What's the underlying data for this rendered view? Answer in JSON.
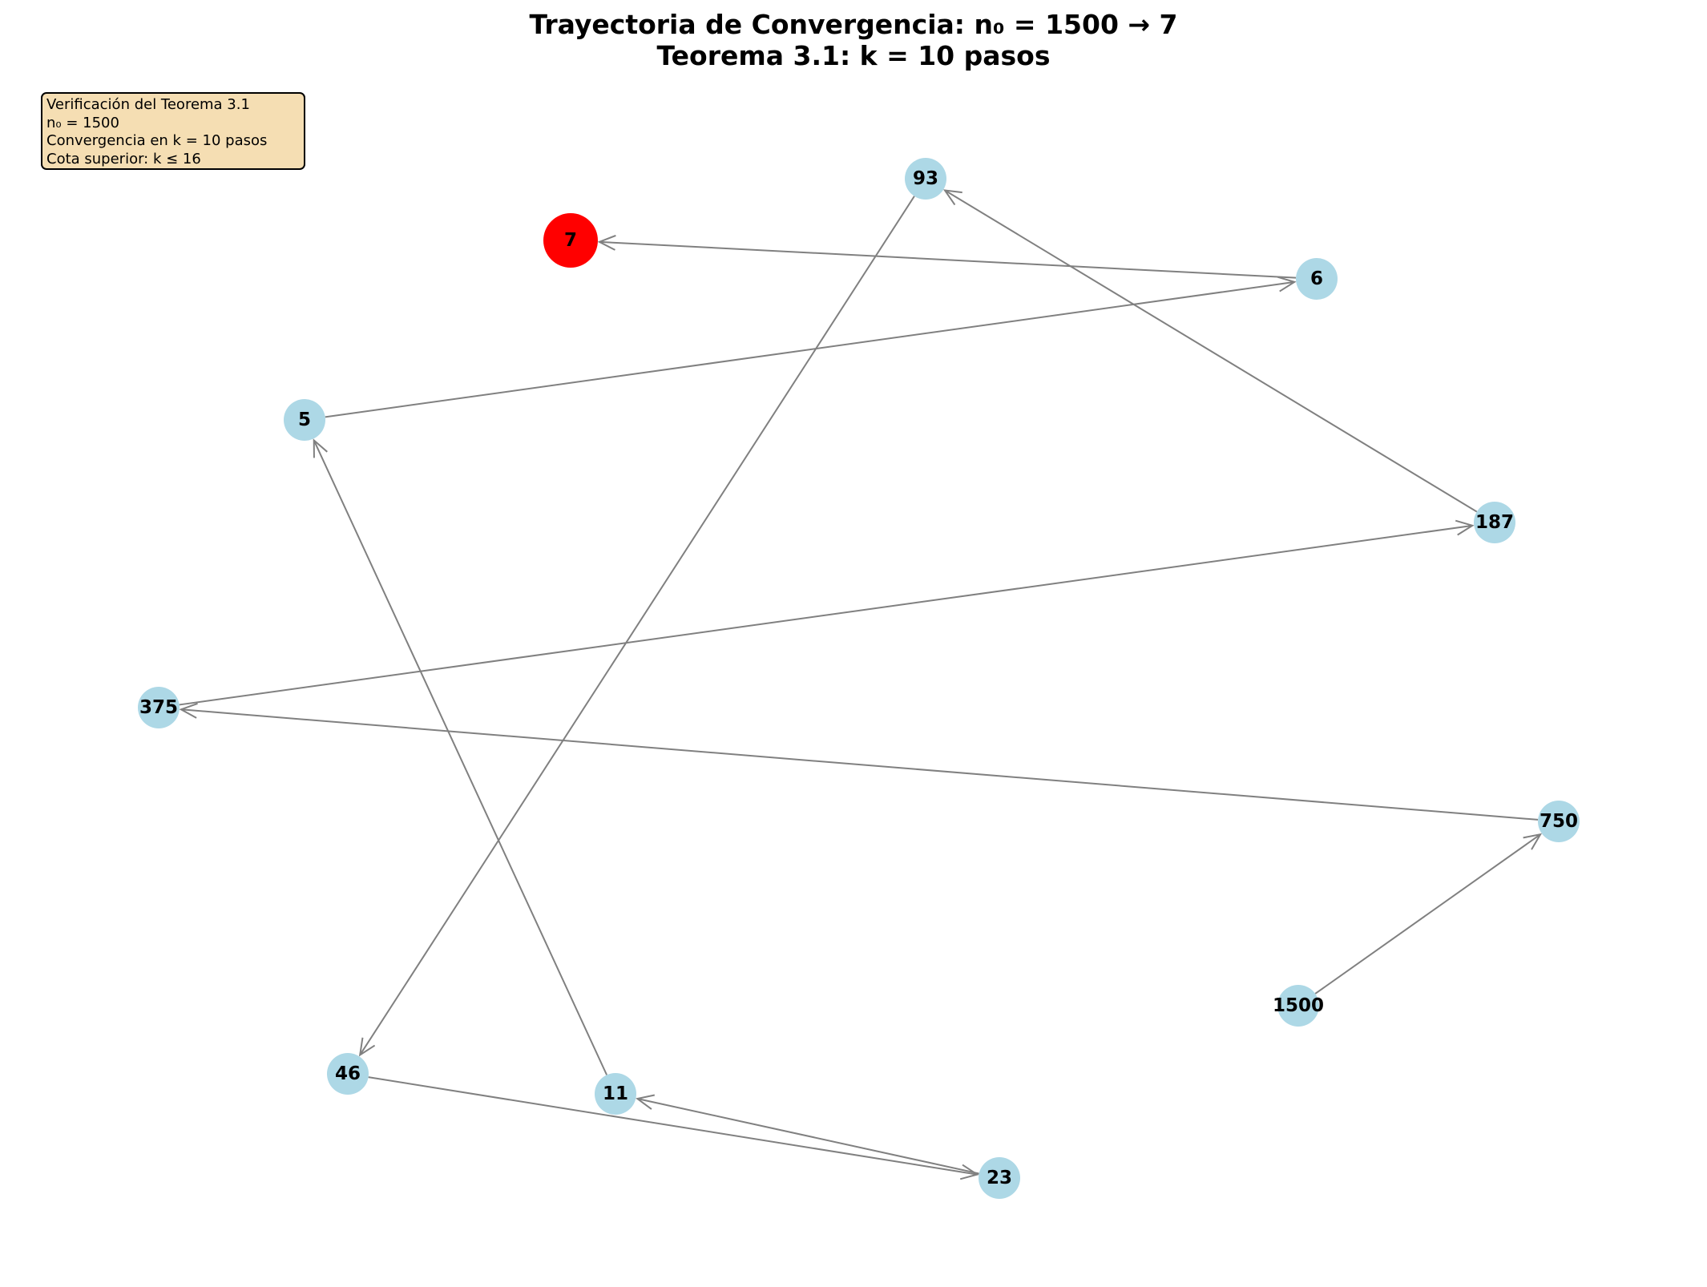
{
  "title": {
    "line1": "Trayectoria de Convergencia: n₀ = 1500 → 7",
    "line2": "Teorema 3.1: k = 10 pasos"
  },
  "info_box": {
    "lines": [
      "Verificación del Teorema 3.1",
      "n₀ = 1500",
      "Convergencia en k = 10 pasos",
      "Cota superior: k ≤ 16"
    ]
  },
  "colors": {
    "node_default": "#add8e6",
    "node_final": "#ff0000",
    "edge": "#808080",
    "info_box_bg": "#f5deb3"
  },
  "graph": {
    "nodes": [
      {
        "id": "1500",
        "label": "1500",
        "final": false
      },
      {
        "id": "750",
        "label": "750",
        "final": false
      },
      {
        "id": "375",
        "label": "375",
        "final": false
      },
      {
        "id": "187",
        "label": "187",
        "final": false
      },
      {
        "id": "93",
        "label": "93",
        "final": false
      },
      {
        "id": "46",
        "label": "46",
        "final": false
      },
      {
        "id": "23",
        "label": "23",
        "final": false
      },
      {
        "id": "11",
        "label": "11",
        "final": false
      },
      {
        "id": "5",
        "label": "5",
        "final": false
      },
      {
        "id": "6",
        "label": "6",
        "final": false
      },
      {
        "id": "7",
        "label": "7",
        "final": true
      }
    ],
    "edges": [
      {
        "from": "1500",
        "to": "750"
      },
      {
        "from": "750",
        "to": "375"
      },
      {
        "from": "375",
        "to": "187"
      },
      {
        "from": "187",
        "to": "93"
      },
      {
        "from": "93",
        "to": "46"
      },
      {
        "from": "46",
        "to": "23"
      },
      {
        "from": "23",
        "to": "11"
      },
      {
        "from": "11",
        "to": "5"
      },
      {
        "from": "5",
        "to": "6"
      },
      {
        "from": "6",
        "to": "7"
      }
    ]
  }
}
